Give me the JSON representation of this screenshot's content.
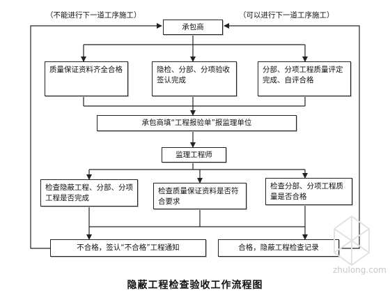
{
  "notes": {
    "left_note": "（不能进行下一道工序施工）",
    "right_note": "（可以进行下一道工序施工）"
  },
  "nodes": {
    "contractor": "承包商",
    "quality_docs": "质量保证资料齐全合格",
    "hidden_inspection": "隐检、分部、分项验收签认完成",
    "subitem_quality": "分部、分项工程质量评定完成、自评合格",
    "report_form": "承包商填“工程报验单”报监理单位",
    "supervisor": "监理工程师",
    "check_hidden": "检查隐蔽工程、分部、分项工程是否完成",
    "check_docs": "检查质量保证资料是否符合要求",
    "check_quality": "检查分部、分项工程质量是否合格",
    "fail_notice": "不合格，签认“不合格”工程通知",
    "pass_record": "合格，隐蔽工程检查记录"
  },
  "title": "隐蔽工程检查验收工作流程图",
  "watermark": "zhulong.com",
  "colors": {
    "line": "#222222",
    "box_border": "#222222",
    "watermark": "#c8c8c8"
  }
}
